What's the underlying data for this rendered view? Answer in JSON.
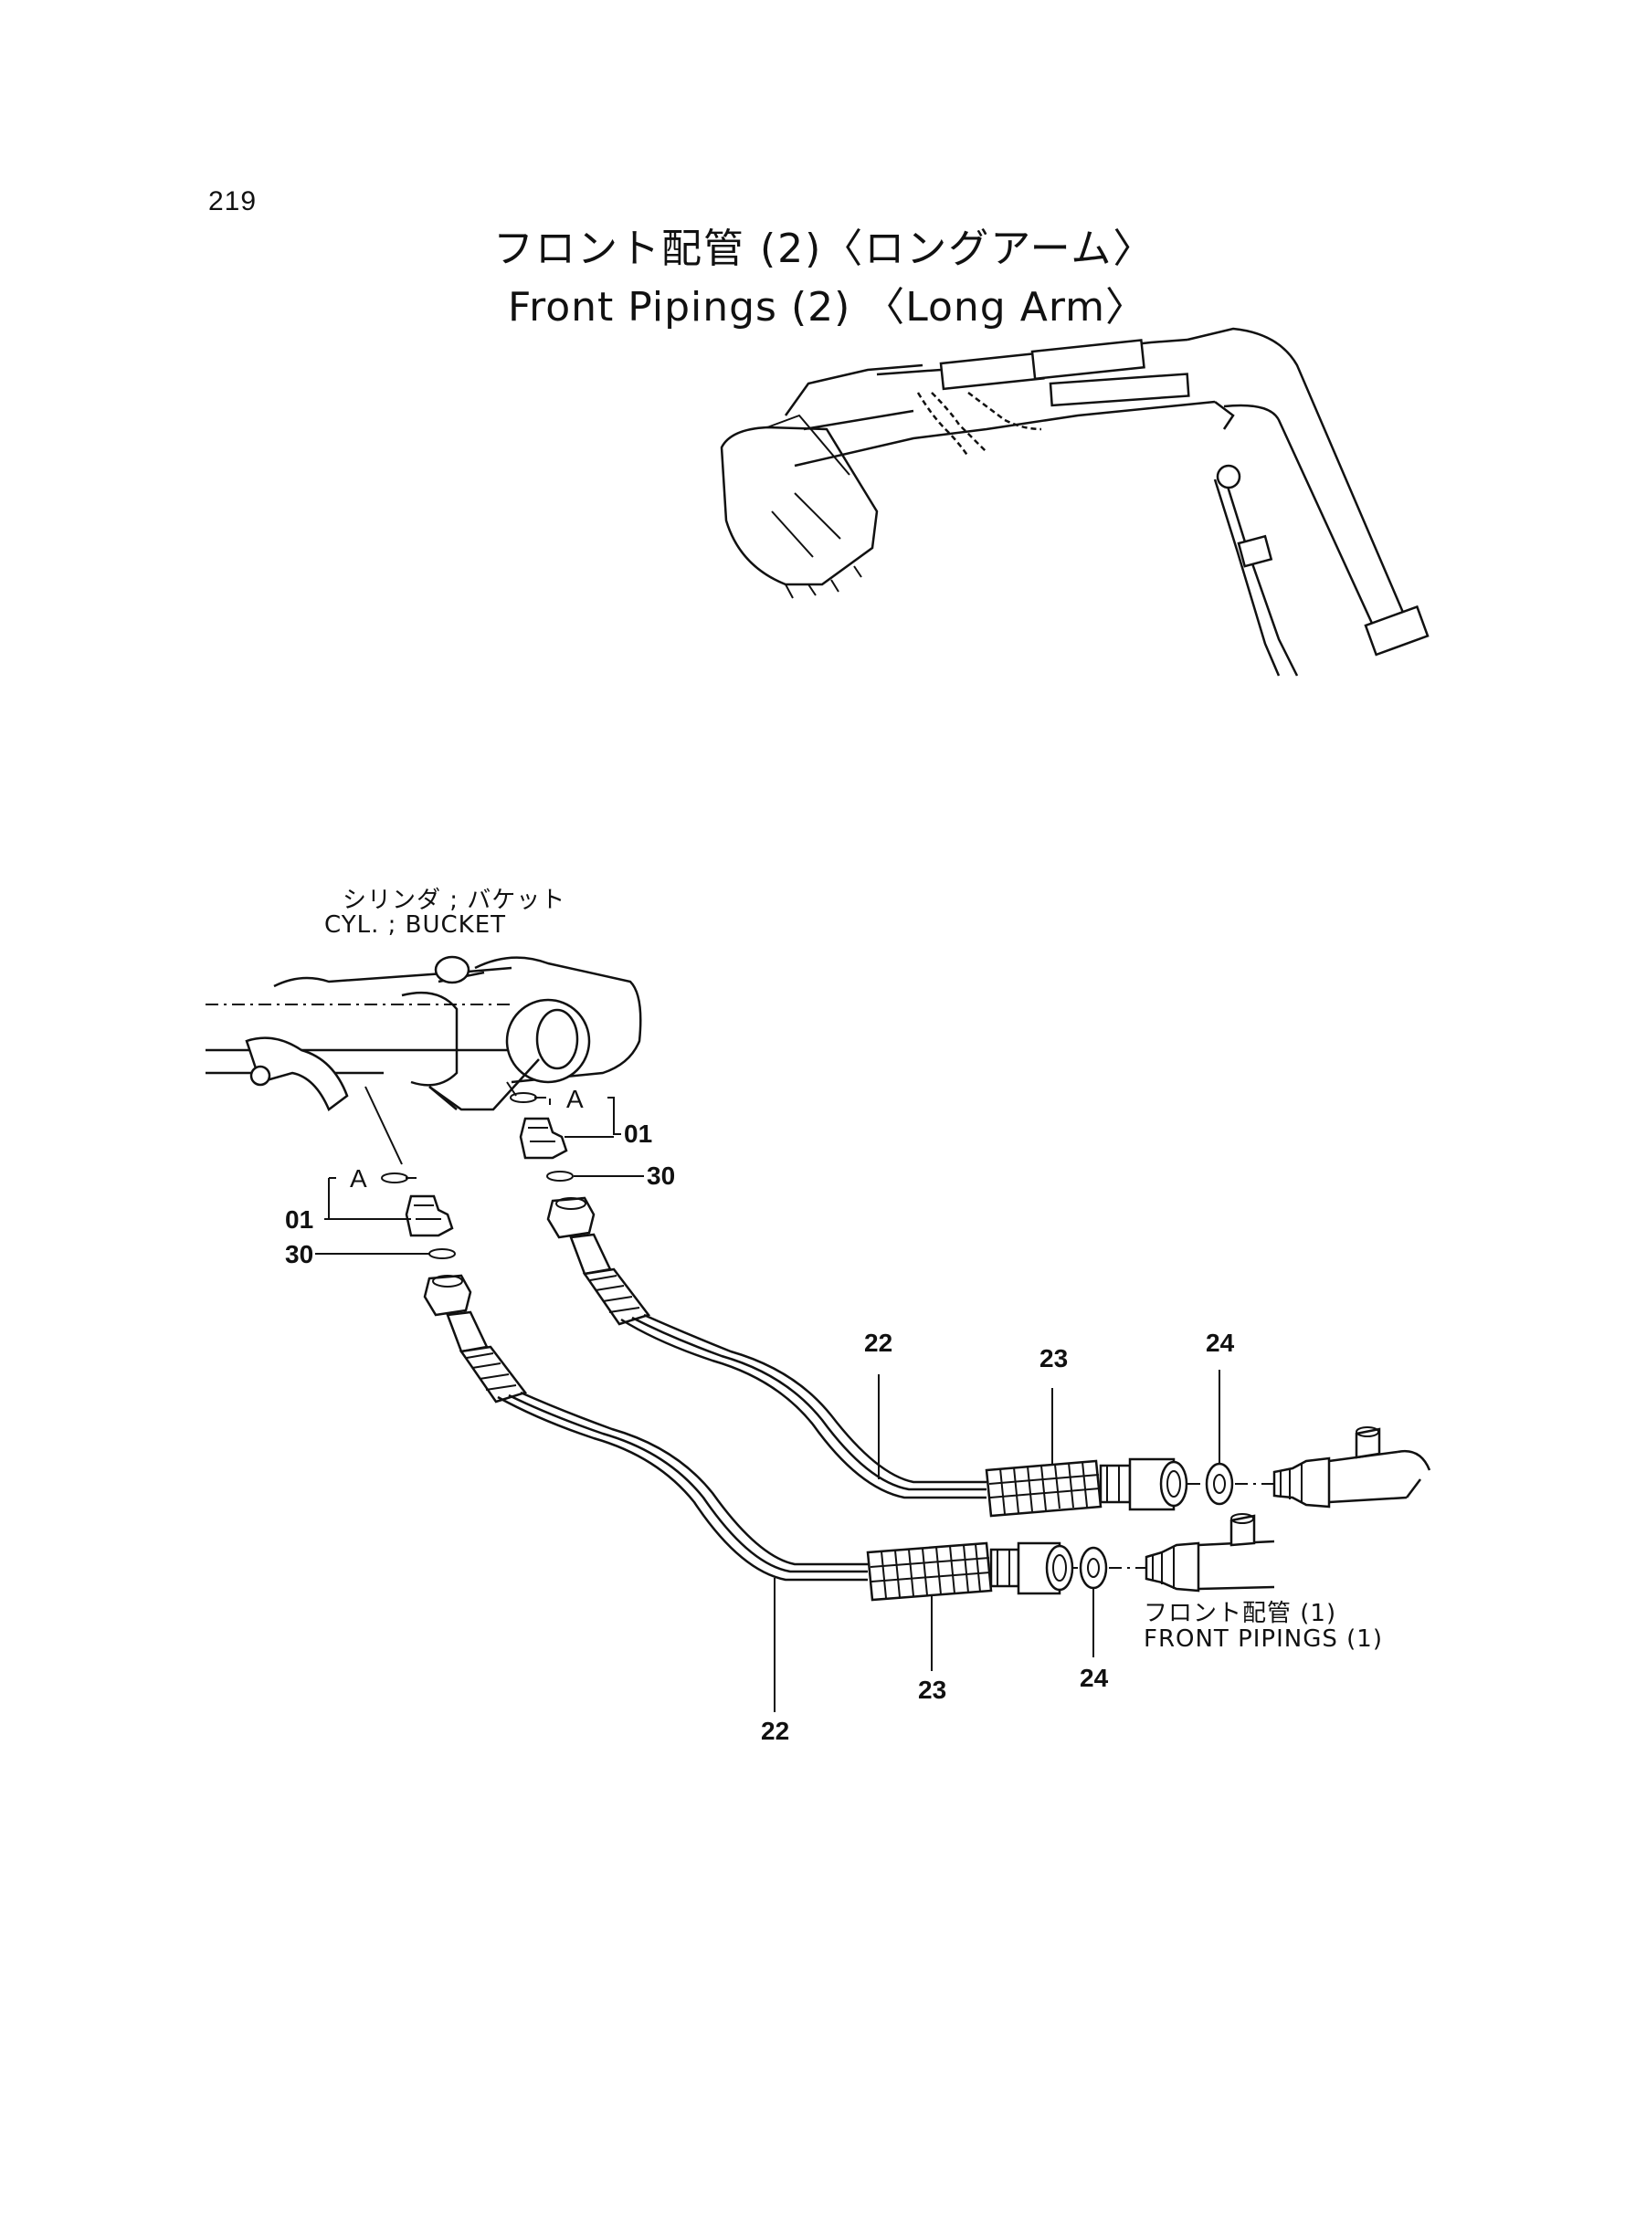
{
  "page_number": "219",
  "title": {
    "japanese": "フロント配管 (2)〈ロングアーム〉",
    "english": "Front Pipings (2) 〈Long Arm〉"
  },
  "labels": {
    "cylinder_jp": "シリンダ ; バケット",
    "cylinder_en": "CYL. ; BUCKET",
    "front_pipings_jp": "フロント配管 (1)",
    "front_pipings_en": "FRONT PIPINGS (1)",
    "view_a_left": "A",
    "view_a_right": "A"
  },
  "callouts": {
    "c01_right": "01",
    "c30_right": "30",
    "c01_left": "01",
    "c30_left": "30",
    "c22_upper": "22",
    "c23_upper": "23",
    "c24_upper": "24",
    "c22_lower": "22",
    "c23_lower": "23",
    "c24_lower": "24"
  }
}
